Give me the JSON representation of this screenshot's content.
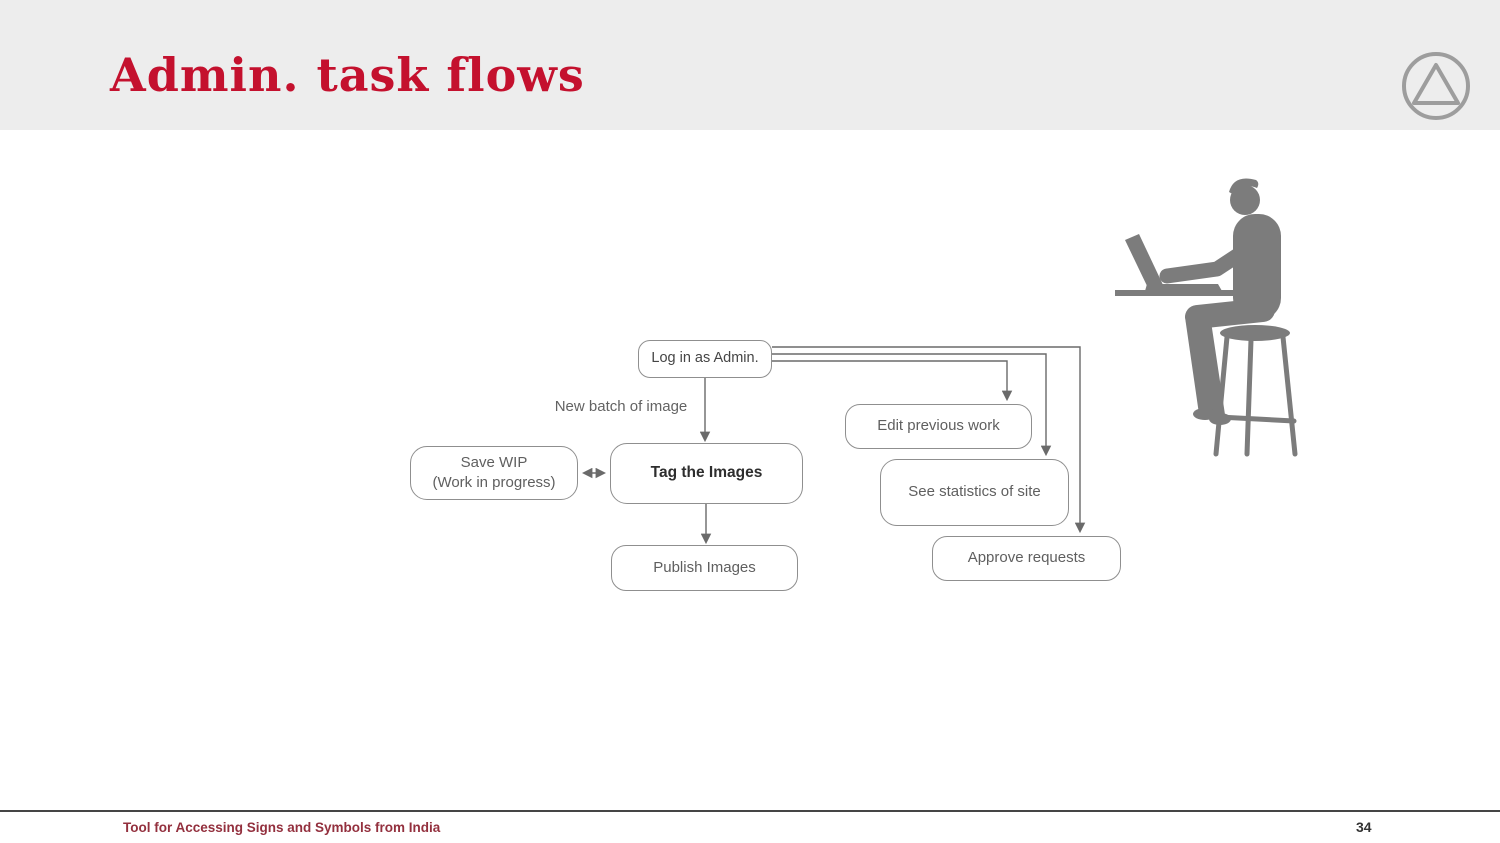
{
  "slide": {
    "title": "Admin. task flows",
    "footer": {
      "left": "Tool for Accessing Signs and Symbols from India",
      "page": "34"
    }
  },
  "flowchart": {
    "edge_label": "New batch of image",
    "nodes": {
      "login": {
        "label": "Log in as Admin."
      },
      "save_wip": {
        "line1": "Save WIP",
        "line2": "(Work in progress)"
      },
      "tag": {
        "label": "Tag the Images"
      },
      "publish": {
        "label": "Publish Images"
      },
      "edit": {
        "label": "Edit previous work"
      },
      "stats": {
        "label": "See statistics of site"
      },
      "approve": {
        "label": "Approve requests"
      }
    }
  },
  "icons": {
    "logo": "triangle-in-circle-logo",
    "illustration": "person-working-on-laptop-at-desk"
  },
  "colors": {
    "header_bg": "#ededed",
    "title_red": "#c4112e",
    "footer_red": "#93303e",
    "box_border": "#8f8f8f",
    "connector_gray": "#6a6a6a",
    "illustration_gray": "#7c7c7c"
  }
}
